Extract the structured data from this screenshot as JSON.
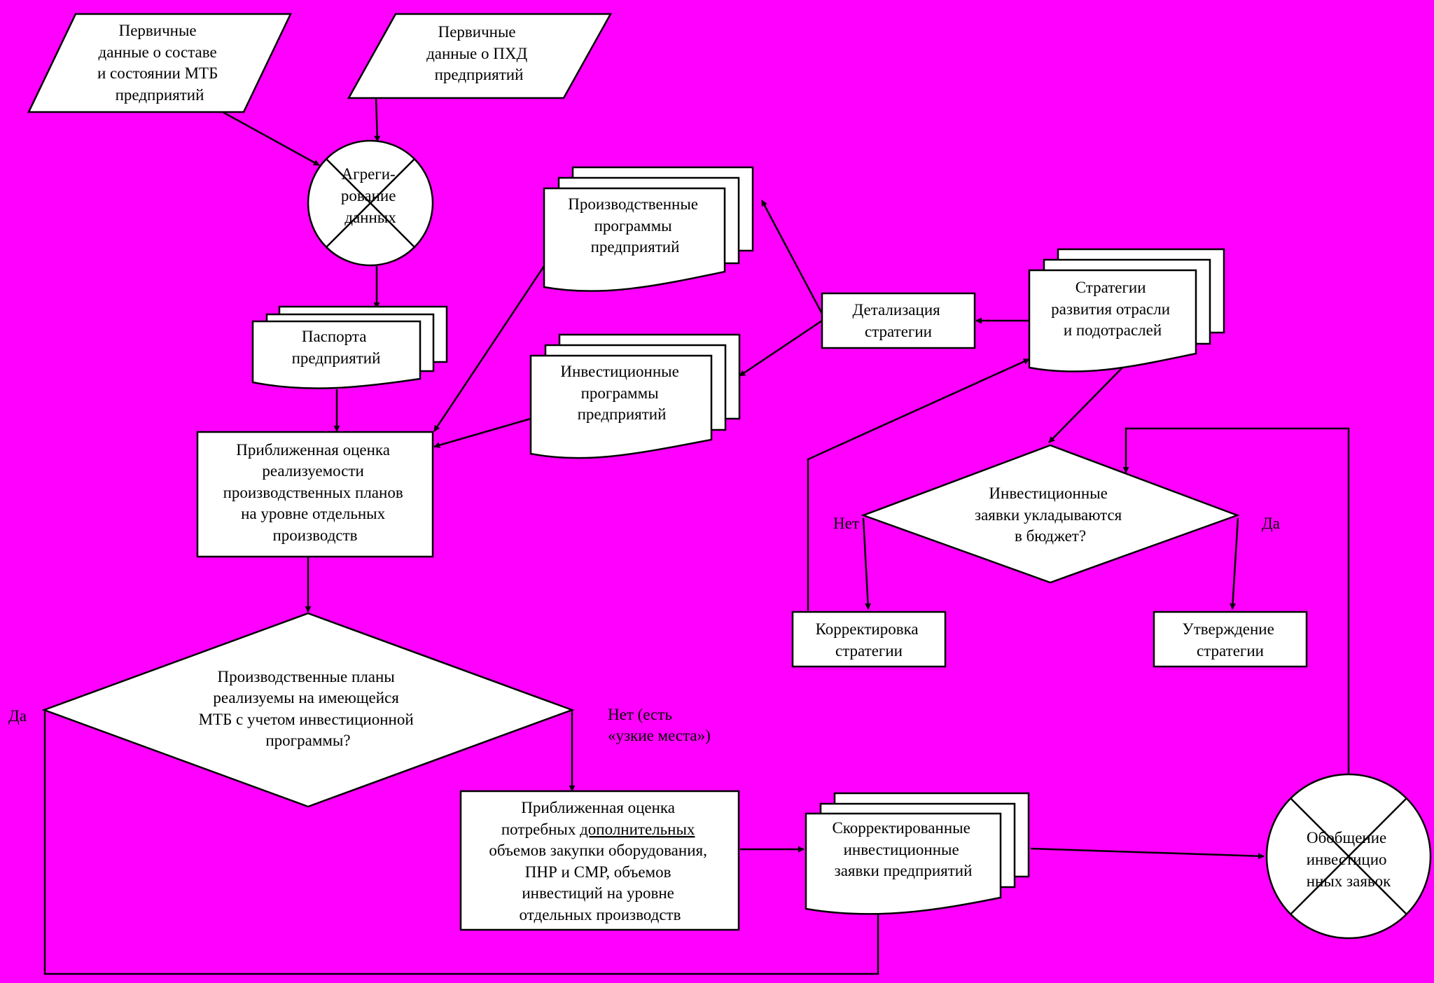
{
  "nodes": {
    "primary_mtb": [
      "Первичные",
      "данные о составе",
      "и состоянии МТБ",
      "предприятий"
    ],
    "primary_phd": [
      "Первичные",
      "данные о ПХД",
      "предприятий"
    ],
    "aggregation": [
      "Агреги-",
      "рование",
      "данных"
    ],
    "passports": [
      "Паспорта",
      "предприятий"
    ],
    "prod_programs": [
      "Производственные",
      "программы",
      "предприятий"
    ],
    "invest_programs": [
      "Инвестиционные",
      "программы",
      "предприятий"
    ],
    "approx_feasibility": [
      "Приближенная оценка",
      "реализуемости",
      "производственных планов",
      "на уровне отдельных",
      "производств"
    ],
    "detailing": [
      "Детализация",
      "стратегии"
    ],
    "industry_strategy": [
      "Стратегии",
      "развития отрасли",
      "и подотраслей"
    ],
    "budget_question": [
      "Инвестиционные",
      "заявки укладываются",
      "в бюджет?"
    ],
    "correction": [
      "Корректировка",
      "стратегии"
    ],
    "approval": [
      "Утверждение",
      "стратегии"
    ],
    "plans_question": [
      "Производственные планы",
      "реализуемы на имеющейся",
      "МТБ с учетом инвестиционной",
      "программы?"
    ],
    "approx_needs": {
      "line1": "Приближенная оценка",
      "line2_prefix": "потребных ",
      "line2_underlined": "дополнительных",
      "rest": [
        "объемов закупки оборудования,",
        "ПНР и СМР, объемов",
        "инвестиций на уровне",
        "отдельных производств"
      ]
    },
    "corrected_requests": [
      "Скорректированные",
      "инвестиционные",
      "заявки предприятий"
    ],
    "generalization": [
      "Обобщение",
      "инвестицио",
      "нных заявок"
    ]
  },
  "labels": {
    "budget_no": "Нет",
    "budget_yes": "Да",
    "plans_yes": "Да",
    "plans_no": [
      "Нет (есть",
      "«узкие места»)"
    ]
  }
}
